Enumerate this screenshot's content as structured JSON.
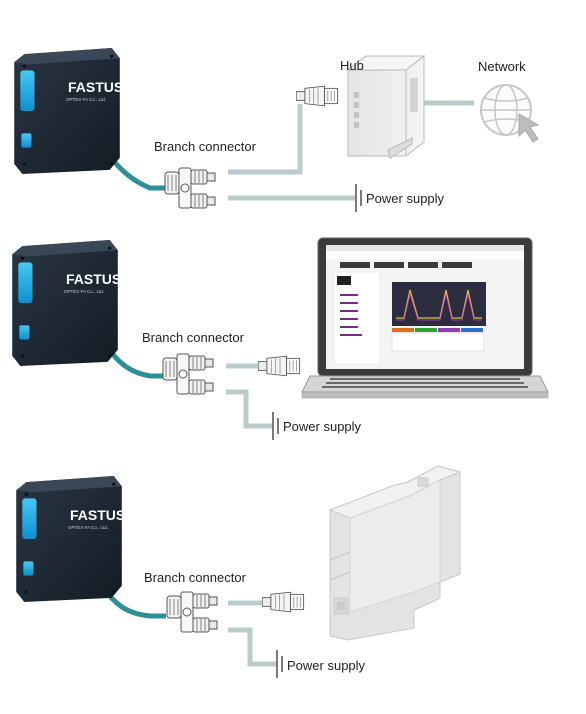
{
  "diagram": {
    "panels": [
      {
        "branch_label": "Branch connector",
        "power_label": "Power supply",
        "hub_label": "Hub",
        "network_label": "Network"
      },
      {
        "branch_label": "Branch connector",
        "power_label": "Power supply"
      },
      {
        "branch_label": "Branch connector",
        "power_label": "Power supply"
      }
    ],
    "sensor": {
      "brand": "FASTUS",
      "maker": "OPTEX FA Co., Ltd."
    },
    "colors": {
      "cable_teal": "#2f8f98",
      "cable_gray": "#b9cccc",
      "sensor_body": "#1f2a36",
      "window_blue": "#12a9e6"
    }
  }
}
